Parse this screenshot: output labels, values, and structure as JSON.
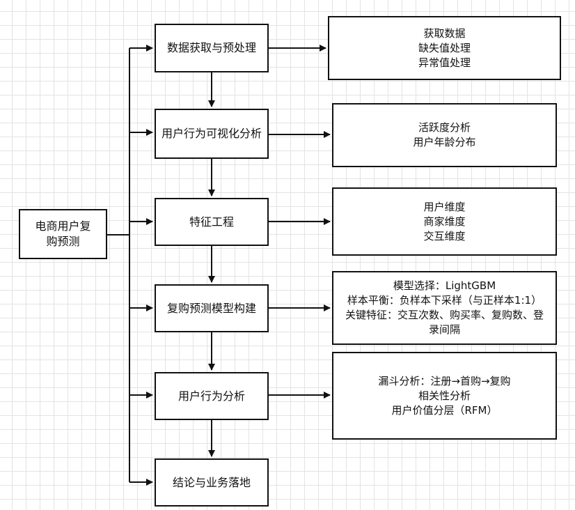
{
  "root": {
    "label": "电商用户复购预测"
  },
  "steps": [
    {
      "id": "data",
      "label": "数据获取与预处理"
    },
    {
      "id": "visual",
      "label": "用户行为可视化分析"
    },
    {
      "id": "feature",
      "label": "特征工程"
    },
    {
      "id": "model",
      "label": "复购预测模型构建"
    },
    {
      "id": "behavior",
      "label": "用户行为分析"
    },
    {
      "id": "conclusion",
      "label": "结论与业务落地"
    }
  ],
  "details": [
    {
      "for": "data",
      "lines": [
        "获取数据",
        "缺失值处理",
        "异常值处理"
      ]
    },
    {
      "for": "visual",
      "lines": [
        "活跃度分析",
        "用户年龄分布"
      ]
    },
    {
      "for": "feature",
      "lines": [
        "用户维度",
        "商家维度",
        "交互维度"
      ]
    },
    {
      "for": "model",
      "lines": [
        "模型选择：LightGBM",
        "样本平衡：负样本下采样（与正样本1:1）",
        "关键特征：交互次数、购买率、复购数、登录间隔"
      ]
    },
    {
      "for": "behavior",
      "lines": [
        "漏斗分析：注册→首购→复购",
        "相关性分析",
        "用户价值分层（RFM）"
      ]
    }
  ]
}
